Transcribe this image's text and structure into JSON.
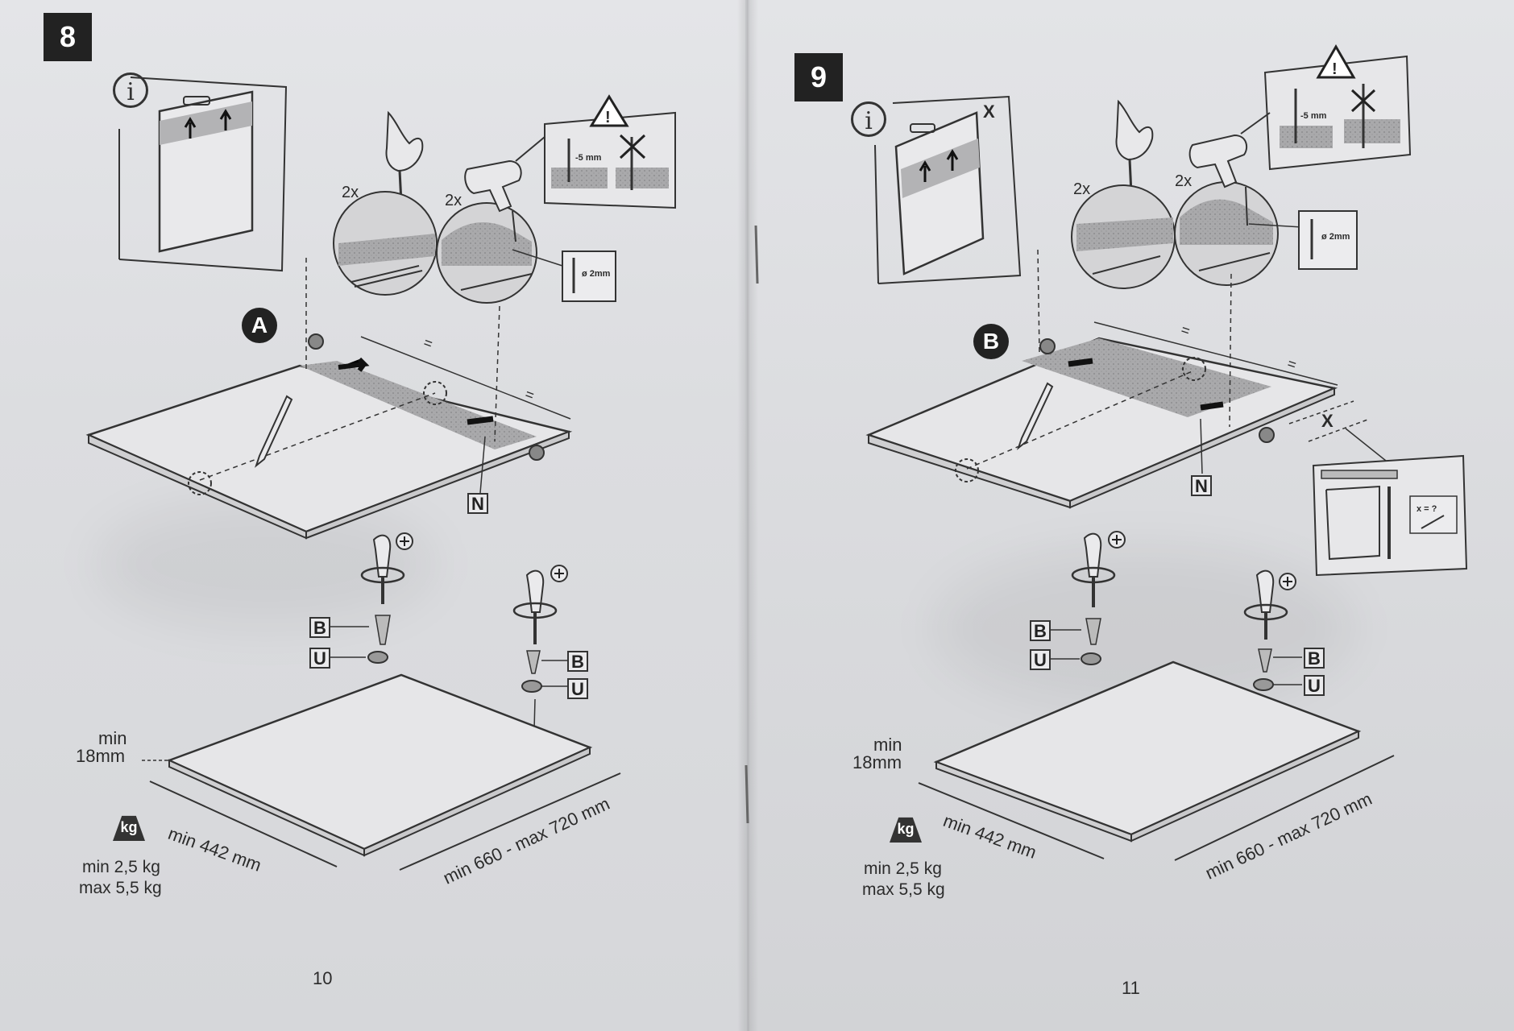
{
  "pages": [
    {
      "step": "8",
      "variant": "A",
      "screw_count_left": "2x",
      "screw_count_right": "2x",
      "depth_label": "-5 mm",
      "drill_label": "ø 2mm",
      "edge_letter": "N",
      "screw_letter": "B",
      "washer_letter": "U",
      "thickness_min": "min",
      "thickness_value": "18mm",
      "width_dim": "min 442 mm",
      "length_dim": "min 660 - max 720 mm",
      "weight_icon": "kg",
      "weight_min": "min  2,5 kg",
      "weight_max": "max 5,5 kg",
      "equal_sign": "=",
      "page_number": "10"
    },
    {
      "step": "9",
      "variant": "B",
      "screw_count_left": "2x",
      "screw_count_right": "2x",
      "depth_label": "-5 mm",
      "drill_label": "ø 2mm",
      "edge_letter": "N",
      "screw_letter": "B",
      "washer_letter": "U",
      "offset_label": "X",
      "offset_eq": "x = ?",
      "thickness_min": "min",
      "thickness_value": "18mm",
      "width_dim": "min 442 mm",
      "length_dim": "min 660 - max 720 mm",
      "weight_icon": "kg",
      "weight_min": "min  2,5 kg",
      "weight_max": "max 5,5 kg",
      "equal_sign": "=",
      "page_number": "11"
    }
  ],
  "icons": [
    "info-icon",
    "warning-icon",
    "hand-screwdriver-icon",
    "drill-icon",
    "pencil-icon",
    "screwdriver-icon",
    "plus-circle-icon",
    "weight-icon"
  ]
}
